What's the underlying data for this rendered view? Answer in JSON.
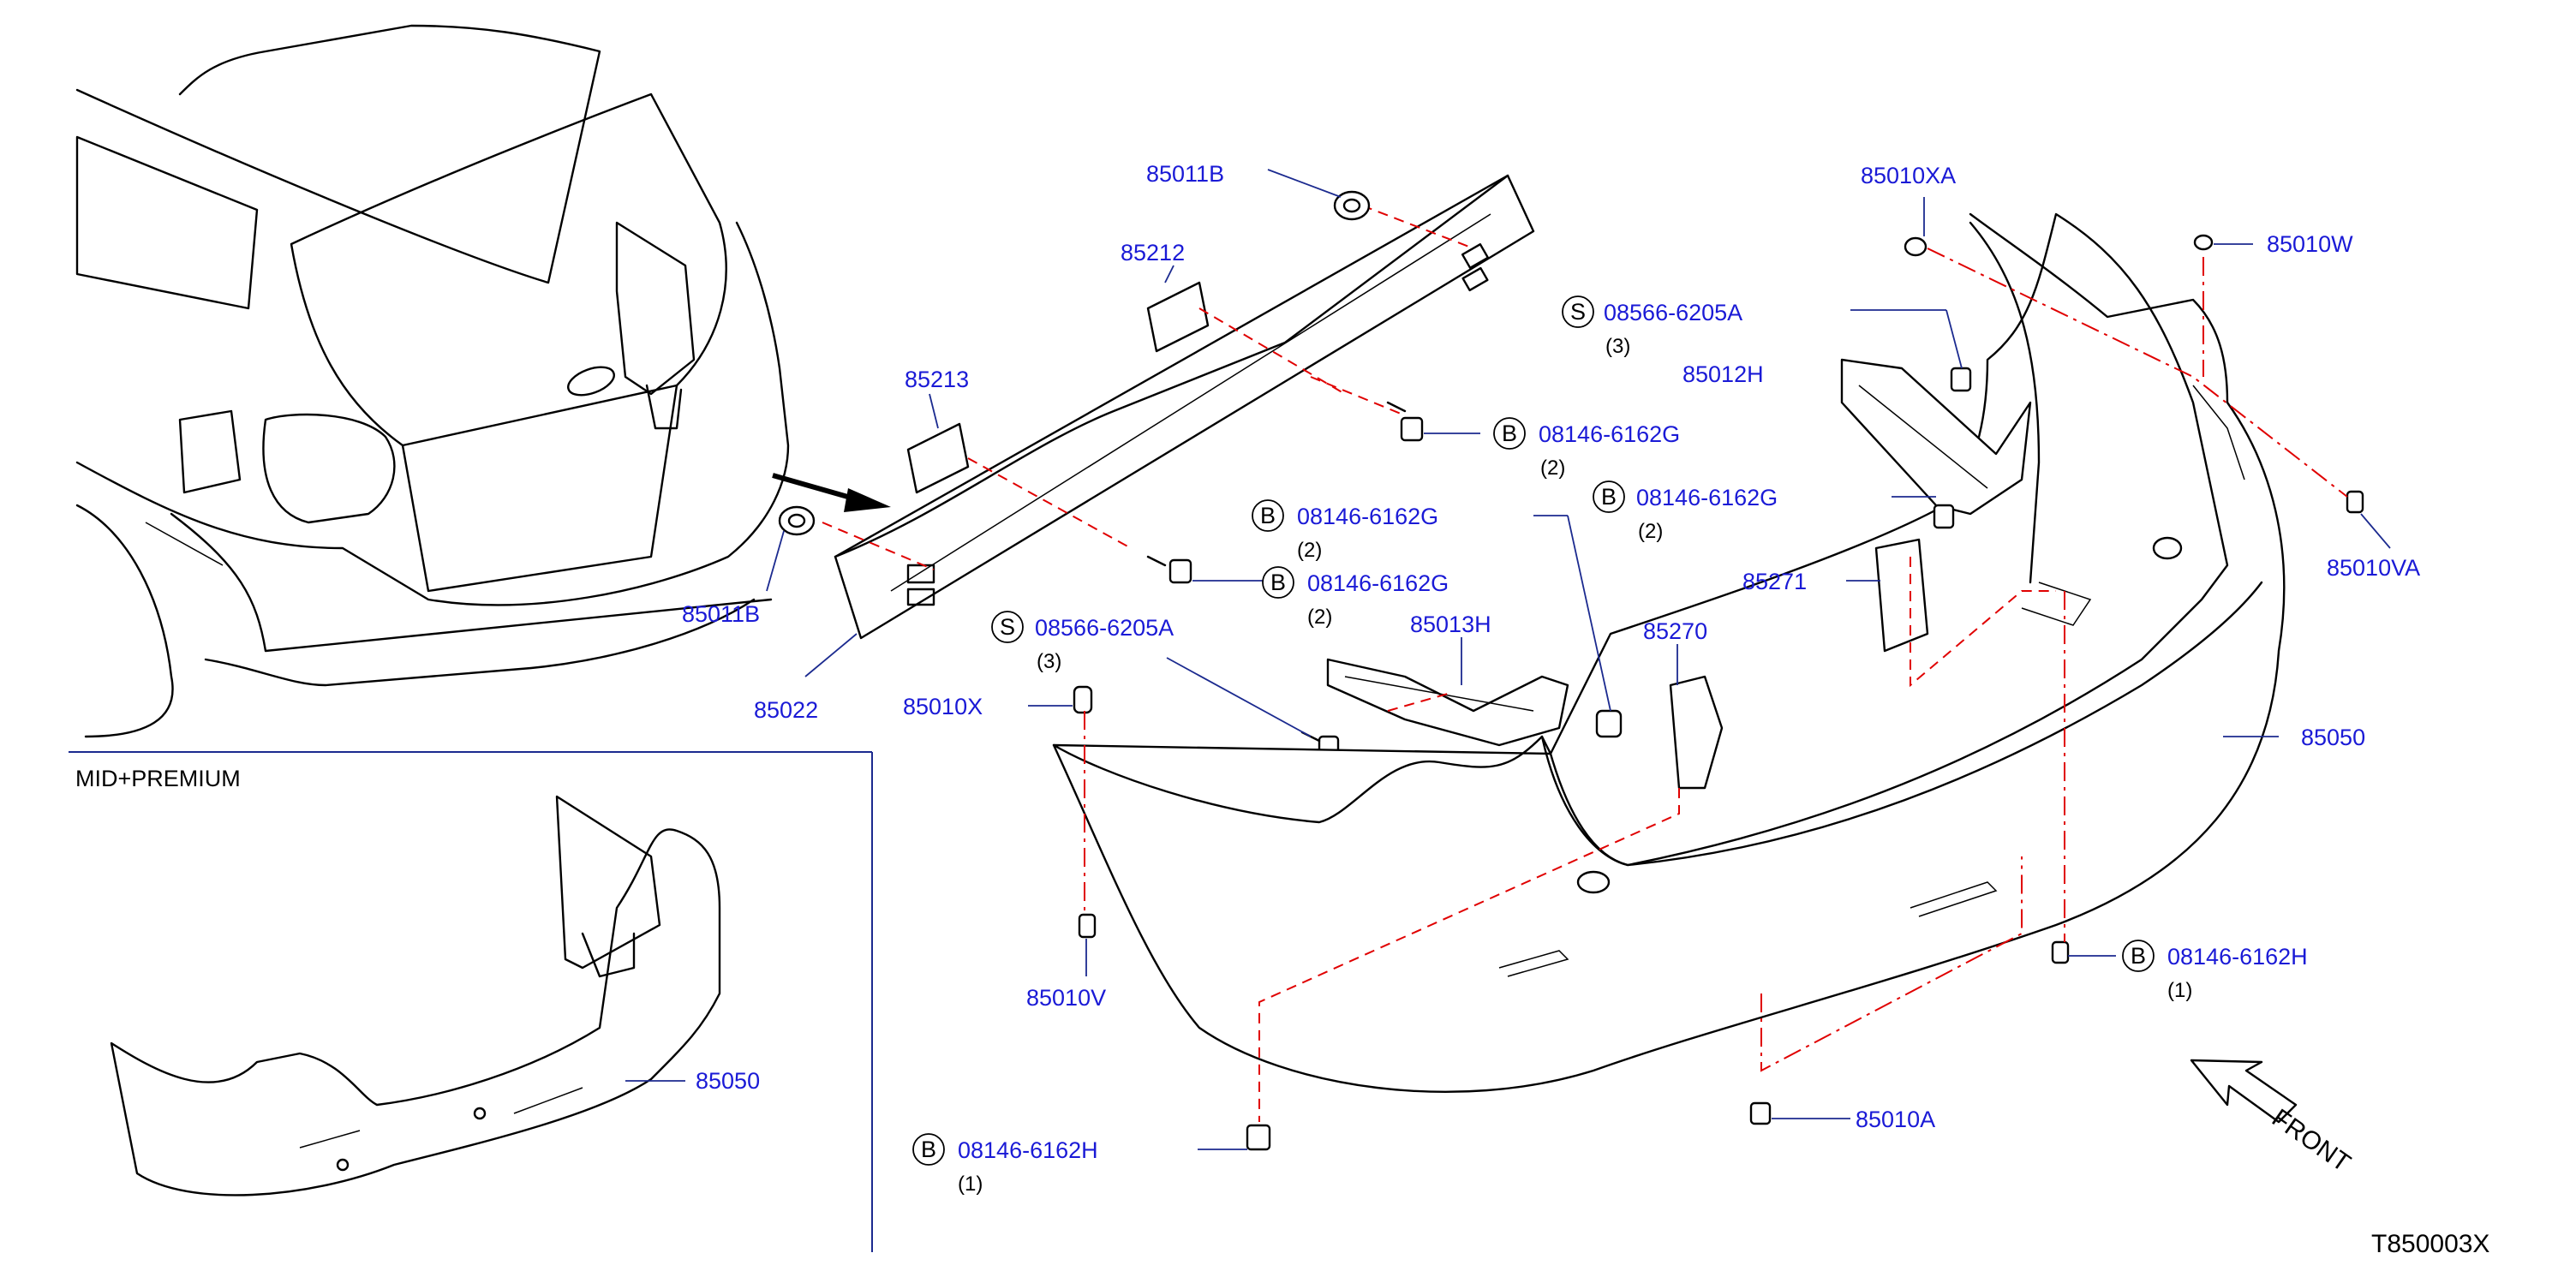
{
  "diagram_code": "T850003X",
  "inset_label": "MID+PREMIUM",
  "direction_label": "FRONT",
  "colors": {
    "part_number": "#1a1ad6",
    "leader": "#1b2a8f",
    "dash": "#e00000",
    "outline": "#000000"
  },
  "callouts": {
    "p85011B_top": "85011B",
    "p85212": "85212",
    "p85213": "85213",
    "p85011B_left": "85011B",
    "p85022": "85022",
    "p85010XA": "85010XA",
    "p85010W": "85010W",
    "p85012H": "85012H",
    "p85271": "85271",
    "p85010VA": "85010VA",
    "p85013H": "85013H",
    "p85270": "85270",
    "p85010X": "85010X",
    "p85050_main": "85050",
    "p85010V": "85010V",
    "p85010A": "85010A",
    "p85050_inset": "85050"
  },
  "fasteners": {
    "s_top": {
      "letter": "S",
      "part": "08566-6205A",
      "qty": "(3)"
    },
    "b_top": {
      "letter": "B",
      "part": "08146-6162G",
      "qty": "(2)"
    },
    "b_right": {
      "letter": "B",
      "part": "08146-6162G",
      "qty": "(2)"
    },
    "b_mid": {
      "letter": "B",
      "part": "08146-6162G",
      "qty": "(2)"
    },
    "b_mid2": {
      "letter": "B",
      "part": "08146-6162G",
      "qty": "(2)"
    },
    "s_mid": {
      "letter": "S",
      "part": "08566-6205A",
      "qty": "(3)"
    },
    "b_bot_right": {
      "letter": "B",
      "part": "08146-6162H",
      "qty": "(1)"
    },
    "b_bot_left": {
      "letter": "B",
      "part": "08146-6162H",
      "qty": "(1)"
    }
  }
}
